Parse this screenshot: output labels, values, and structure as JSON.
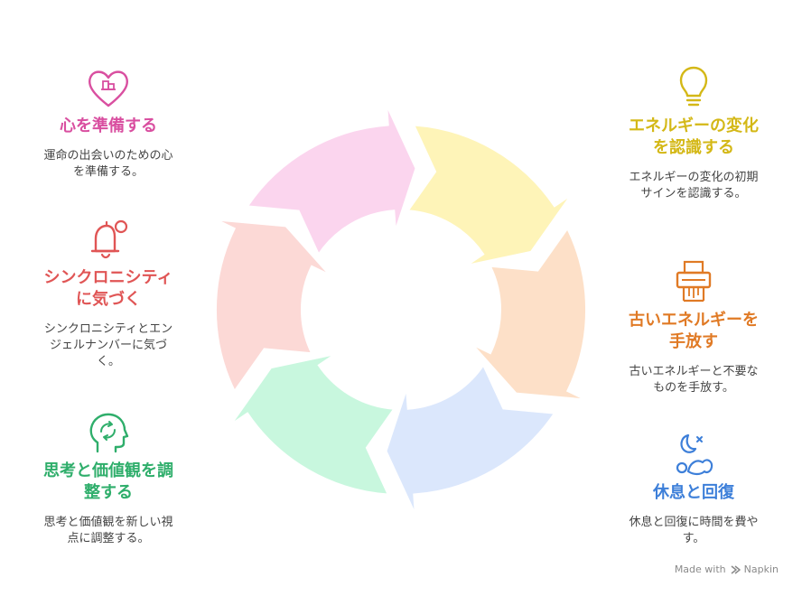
{
  "items": [
    {
      "key": "heart",
      "title": "心を準備する",
      "desc": "運命の出会いのための心を準備する。",
      "color": "#d94fa0",
      "fill": "#fbd5ee",
      "icon": "heart-icon"
    },
    {
      "key": "sync",
      "title": "シンクロニシティに気づく",
      "desc": "シンクロニシティとエンジェルナンバーに気づく。",
      "color": "#e05555",
      "fill": "#fcd9d6",
      "icon": "bell-notification-icon"
    },
    {
      "key": "adjust",
      "title": "思考と価値観を調整する",
      "desc": "思考と価値観を新しい視点に調整する。",
      "color": "#2fae6b",
      "fill": "#c8f7de",
      "icon": "head-arrows-icon"
    },
    {
      "key": "rest",
      "title": "休息と回復",
      "desc": "休息と回復に時間を費やす。",
      "color": "#3d7fd9",
      "fill": "#dbe7fc",
      "icon": "sleeping-person-icon"
    },
    {
      "key": "release",
      "title": "古いエネルギーを手放す",
      "desc": "古いエネルギーと不要なものを手放す。",
      "color": "#e07a25",
      "fill": "#fde0c8",
      "icon": "shredder-icon"
    },
    {
      "key": "change",
      "title": "エネルギーの変化を認識する",
      "desc": "エネルギーの変化の初期サインを認識する。",
      "color": "#d4b817",
      "fill": "#fef4b8",
      "icon": "lightbulb-icon"
    }
  ],
  "footer": {
    "made_with": "Made with",
    "brand": "Napkin"
  }
}
